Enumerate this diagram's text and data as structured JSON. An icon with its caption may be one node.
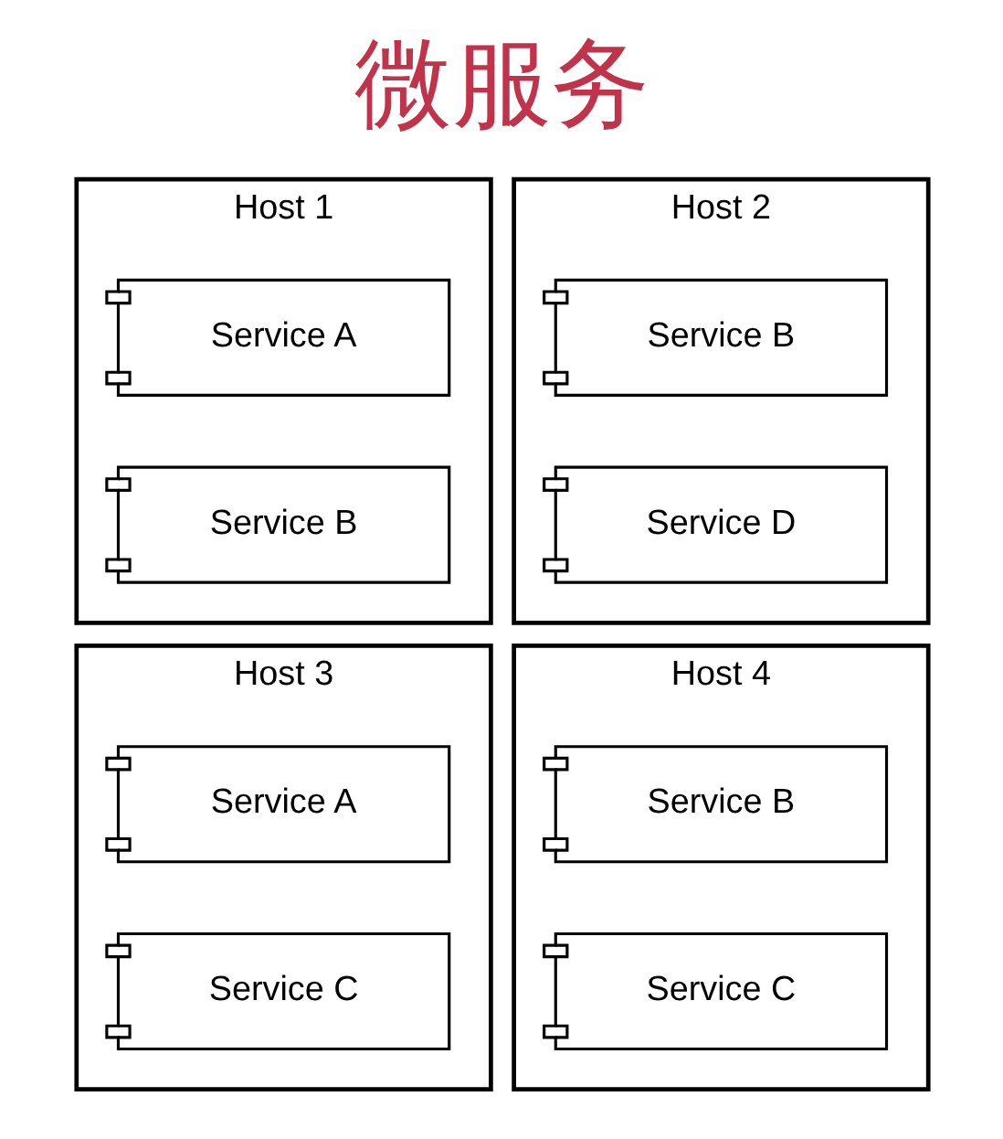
{
  "diagram": {
    "title": "微服务",
    "nodes": [
      {
        "text": [
          "Host 1"
        ]
      },
      {
        "text": [
          "Service A"
        ],
        "in": 0
      },
      {
        "text": [
          "Service B"
        ],
        "in": 0
      },
      {
        "text": [
          "Host 2"
        ]
      },
      {
        "text": [
          "Service B"
        ],
        "in": 3
      },
      {
        "text": [
          "Service D"
        ],
        "in": 3
      },
      {
        "text": [
          "Host 3"
        ]
      },
      {
        "text": [
          "Service A"
        ],
        "in": 6
      },
      {
        "text": [
          "Service C"
        ],
        "in": 6
      },
      {
        "text": [
          "Host 4"
        ]
      },
      {
        "text": [
          "Service B"
        ],
        "in": 9
      },
      {
        "text": [
          "Service C"
        ],
        "in": 9
      }
    ],
    "edges": []
  }
}
